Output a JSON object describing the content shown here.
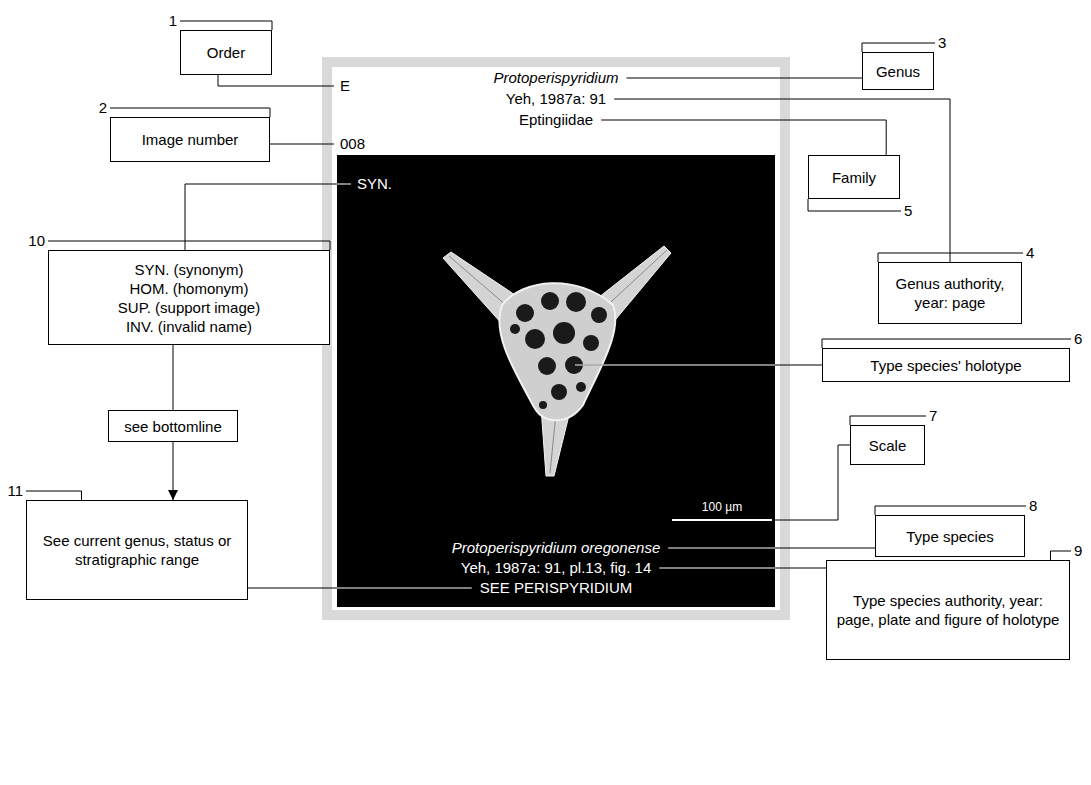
{
  "diagram": {
    "nodes": [
      {
        "text": [
          "1",
          "Order"
        ]
      },
      {
        "text": [
          "2",
          "Image number"
        ]
      },
      {
        "text": [
          "E",
          "008",
          "Protoperispyridium",
          "Yeh, 1987a: 91",
          "Eptingiidae"
        ]
      },
      {
        "text": [
          "SYN.",
          "100 µm",
          "Protoperispyridium oregonense",
          "Yeh, 1987a: 91, pl.13, fig. 14",
          "SEE PERISPYRIDIUM"
        ],
        "in": 2
      },
      {
        "text": [
          "3",
          "Genus"
        ]
      },
      {
        "text": [
          "5",
          "Family"
        ]
      },
      {
        "text": [
          "4",
          "Genus authority, year: page"
        ]
      },
      {
        "text": [
          "10",
          "SYN. (synonym)",
          "HOM. (homonym)",
          "SUP. (support image)",
          "INV. (invalid name)"
        ]
      },
      {
        "text": [
          "6",
          "Type species' holotype"
        ]
      },
      {
        "text": [
          "see bottomline"
        ]
      },
      {
        "text": [
          "7",
          "Scale"
        ]
      },
      {
        "text": [
          "11",
          "See current genus, status or stratigraphic range"
        ]
      },
      {
        "text": [
          "8",
          "Type species"
        ]
      },
      {
        "text": [
          "9",
          "Type species authority, year: page, plate and figure of holotype"
        ]
      }
    ],
    "edges": [
      {
        "from": 0,
        "to": 2,
        "arrow": "none"
      },
      {
        "from": 1,
        "to": 2,
        "arrow": "none"
      },
      {
        "from": 4,
        "to": 2,
        "arrow": "none"
      },
      {
        "from": 6,
        "to": 2,
        "arrow": "none"
      },
      {
        "from": 5,
        "to": 2,
        "arrow": "none"
      },
      {
        "from": 7,
        "to": 3,
        "arrow": "none"
      },
      {
        "from": 8,
        "to": 3,
        "arrow": "none"
      },
      {
        "from": 10,
        "to": 3,
        "arrow": "none"
      },
      {
        "from": 12,
        "to": 3,
        "arrow": "none"
      },
      {
        "from": 13,
        "to": 3,
        "arrow": "none"
      },
      {
        "from": 11,
        "to": 3,
        "arrow": "none"
      },
      {
        "from": 7,
        "to": 9,
        "arrow": "none"
      },
      {
        "from": 9,
        "to": 11,
        "arrow": "to"
      }
    ]
  }
}
